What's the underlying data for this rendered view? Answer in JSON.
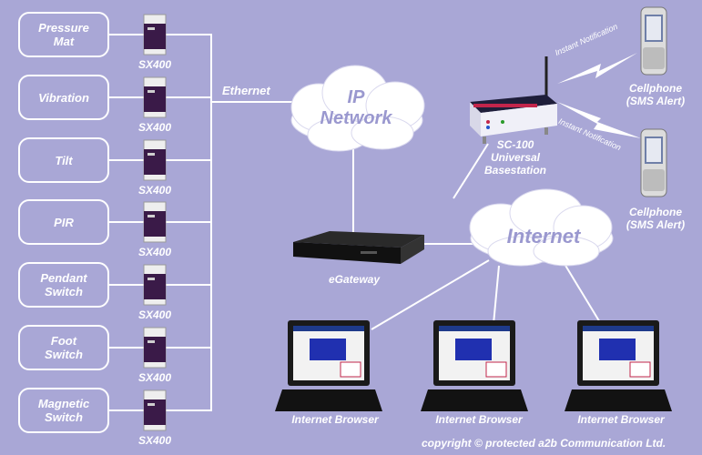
{
  "sensors": [
    {
      "label": "Pressure\nMat"
    },
    {
      "label": "Vibration"
    },
    {
      "label": "Tilt"
    },
    {
      "label": "PIR"
    },
    {
      "label": "Pendant\nSwitch"
    },
    {
      "label": "Foot\nSwitch"
    },
    {
      "label": "Magnetic\nSwitch"
    }
  ],
  "module_label": "SX400",
  "ethernet_label": "Ethernet",
  "ip_network_label": "IP\nNetwork",
  "internet_label": "Internet",
  "gateway_label": "eGateway",
  "basestation_label": "SC-100\nUniversal\nBasestation",
  "cellphones": [
    {
      "label": "Cellphone\n(SMS Alert)"
    },
    {
      "label": "Cellphone\n(SMS Alert)"
    }
  ],
  "notification_label": "Instant Notification",
  "browsers": [
    {
      "label": "Internet Browser"
    },
    {
      "label": "Internet Browser"
    },
    {
      "label": "Internet Browser"
    }
  ],
  "copyright": "copyright © protected  a2b Communication Ltd.",
  "colors": {
    "background": "#a9a7d6",
    "line": "#ffffff",
    "cloud_text": "#9a98cf",
    "module_dark": "#3a1a48"
  }
}
